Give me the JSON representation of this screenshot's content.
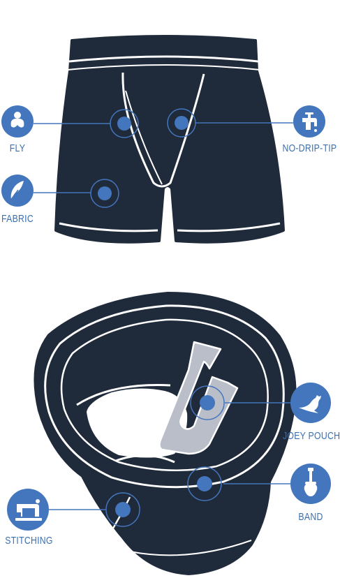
{
  "colors": {
    "garment": "#1f2a3a",
    "outline": "#ffffff",
    "accent": "#4476bd",
    "label": "#3a6fb0",
    "pouch_fill": "#b9bec9",
    "hotspot_ring": "#4476bd"
  },
  "callouts": [
    {
      "id": "fly",
      "label": "FLY",
      "icon": "fly-icon"
    },
    {
      "id": "fabric",
      "label": "FABRIC",
      "icon": "feather-icon"
    },
    {
      "id": "no-drip-tip",
      "label": "NO-DRIP-TIP",
      "icon": "faucet-icon"
    },
    {
      "id": "joey-pouch",
      "label": "JOEY POUCH",
      "icon": "kangaroo-icon"
    },
    {
      "id": "band",
      "label": "BAND",
      "icon": "guitar-icon"
    },
    {
      "id": "stitching",
      "label": "STITCHING",
      "icon": "sewing-machine-icon"
    }
  ]
}
